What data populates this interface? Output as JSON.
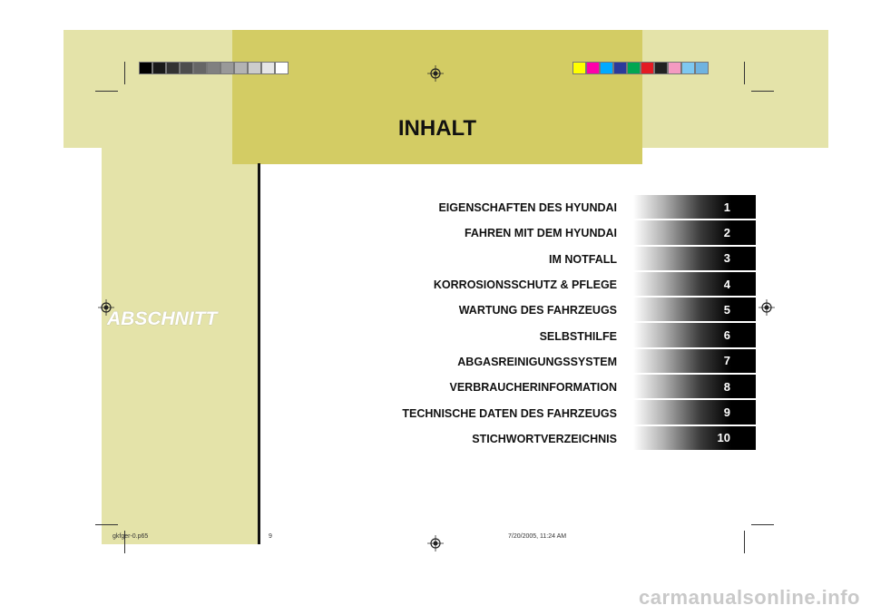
{
  "header": {
    "title": "INHALT"
  },
  "sidebar": {
    "label": "ABSCHNITT"
  },
  "toc": [
    {
      "label": "EIGENSCHAFTEN DES HYUNDAI",
      "number": "1"
    },
    {
      "label": "FAHREN MIT DEM HYUNDAI",
      "number": "2"
    },
    {
      "label": "IM NOTFALL",
      "number": "3"
    },
    {
      "label": "KORROSIONSSCHUTZ & PFLEGE",
      "number": "4"
    },
    {
      "label": "WARTUNG DES FAHRZEUGS",
      "number": "5"
    },
    {
      "label": "SELBSTHILFE",
      "number": "6"
    },
    {
      "label": "ABGASREINIGUNGSSYSTEM",
      "number": "7"
    },
    {
      "label": "VERBRAUCHERINFORMATION",
      "number": "8"
    },
    {
      "label": "TECHNISCHE DATEN DES FAHRZEUGS",
      "number": "9"
    },
    {
      "label": "STICHWORTVERZEICHNIS",
      "number": "10"
    }
  ],
  "footer": {
    "filename": "gkfger-0.p65",
    "page": "9",
    "timestamp": "7/20/2005, 11:24 AM"
  },
  "watermark": "carmanualsonline.info",
  "colors": {
    "background_light": "#e4e3a9",
    "header_band": "#d3cc64",
    "grayscale_bar": [
      "#000000",
      "#1a1a1a",
      "#333333",
      "#4d4d4d",
      "#666666",
      "#808080",
      "#999999",
      "#b3b3b3",
      "#cccccc",
      "#e6e6e6",
      "#ffffff"
    ],
    "color_bar": [
      "#ffff00",
      "#ff00aa",
      "#00aaff",
      "#2b3a9a",
      "#00a651",
      "#e31b23",
      "#222222",
      "#f49ac1",
      "#7ec8f0",
      "#6fb3e0"
    ]
  }
}
